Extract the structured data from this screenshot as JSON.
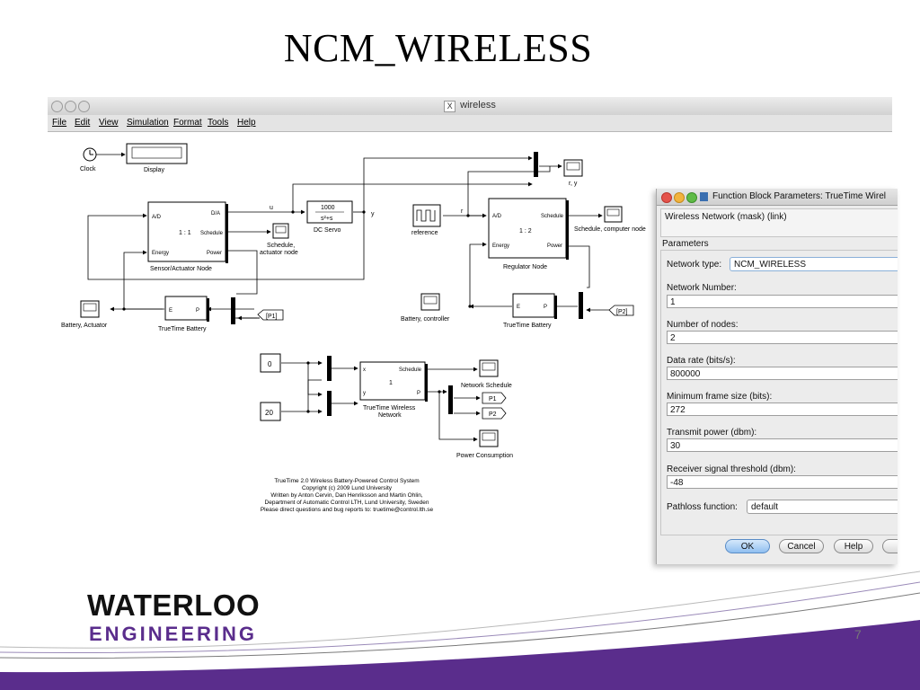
{
  "slide": {
    "title": "NCM_WIRELESS",
    "page_number": "7",
    "logo_line1": "WATERLOO",
    "logo_line2": "ENGINEERING",
    "colors": {
      "accent_purple": "#5a2d8c",
      "logo_black": "#111111"
    }
  },
  "simulink": {
    "window_title": "wireless",
    "window_icon": "x11-app-icon",
    "menu": [
      "File",
      "Edit",
      "View",
      "Simulation",
      "Format",
      "Tools",
      "Help"
    ],
    "blocks": {
      "clock": "Clock",
      "display": "Display",
      "sensor_node": "Sensor/Actuator Node",
      "sensor_ratio": "1 : 1",
      "regulator_node": "Regulator Node",
      "regulator_ratio": "1 : 2",
      "dc_servo": "DC Servo",
      "dc_servo_num": "1000",
      "dc_servo_den": "s²+s",
      "ry_scope": "r, y",
      "reference": "reference",
      "sched_computer": "Schedule, computer node",
      "sched_actuator_1": "Schedule,",
      "sched_actuator_2": "actuator node",
      "battery_actuator": "Battery, Actuator",
      "battery_controller": "Battery, controller",
      "truetime_battery": "TrueTime Battery",
      "wireless_net_1": "TrueTime Wireless",
      "wireless_net_2": "Network",
      "wireless_net_num": "1",
      "network_schedule": "Network Schedule",
      "power_consumption": "Power Consumption",
      "const_0": "0",
      "const_20": "20",
      "goto_p1": "[P1]",
      "goto_p2": "[P2]",
      "from_p1": "P1",
      "from_p2": "P2"
    },
    "ports": {
      "da": "D/A",
      "ad": "A/D",
      "schedule": "Schedule",
      "energy": "Energy",
      "power": "Power",
      "e": "E",
      "p": "P",
      "x": "x",
      "y": "y"
    },
    "signals": {
      "u": "u",
      "y": "y",
      "r": "r"
    },
    "credits": [
      "TrueTime 2.0  Wireless Battery-Powered Control System",
      "Copyright (c) 2009 Lund University",
      "Written by Anton Cervin, Dan Henriksson and Martin Ohlin,",
      "Department of Automatic Control LTH, Lund University, Sweden",
      "Please direct questions and bug reports to: truetime@control.lth.se"
    ]
  },
  "dialog": {
    "title": "Function Block Parameters: TrueTime Wirel",
    "mask_label": "Wireless Network (mask) (link)",
    "params_label": "Parameters",
    "network_type": {
      "label": "Network type:",
      "value": "NCM_WIRELESS"
    },
    "fields": [
      {
        "label": "Network Number:",
        "value": "1"
      },
      {
        "label": "Number of nodes:",
        "value": "2"
      },
      {
        "label": "Data rate (bits/s):",
        "value": "800000"
      },
      {
        "label": "Minimum frame size (bits):",
        "value": "272"
      },
      {
        "label": "Transmit power (dbm):",
        "value": "30"
      },
      {
        "label": "Receiver signal threshold (dbm):",
        "value": "-48"
      }
    ],
    "pathloss": {
      "label": "Pathloss function:",
      "value": "default"
    },
    "buttons": {
      "ok": "OK",
      "cancel": "Cancel",
      "help": "Help"
    }
  }
}
